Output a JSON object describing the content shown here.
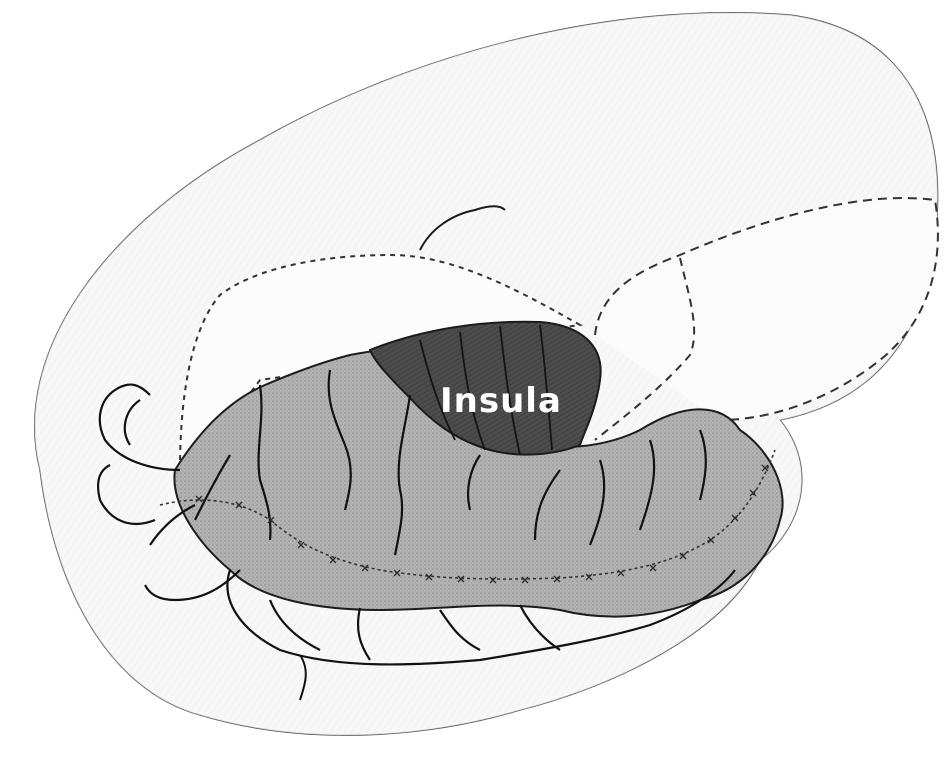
{
  "figure": {
    "labels": {
      "insula": "Insula"
    },
    "colors": {
      "background": "#ffffff",
      "outline": "#2a2a2a",
      "hemisphere_fill": "#f4f4f4",
      "opercula_fill": "#a9a9a9",
      "insula_fill": "#4a4a4a",
      "label_text": "#ffffff"
    },
    "regions": [
      "hemisphere-outline",
      "removed-operculum-region",
      "temporal-operculum",
      "frontoparietal-operculum",
      "insula"
    ],
    "boundary_styles": [
      "dashed",
      "cross-stitched"
    ]
  }
}
